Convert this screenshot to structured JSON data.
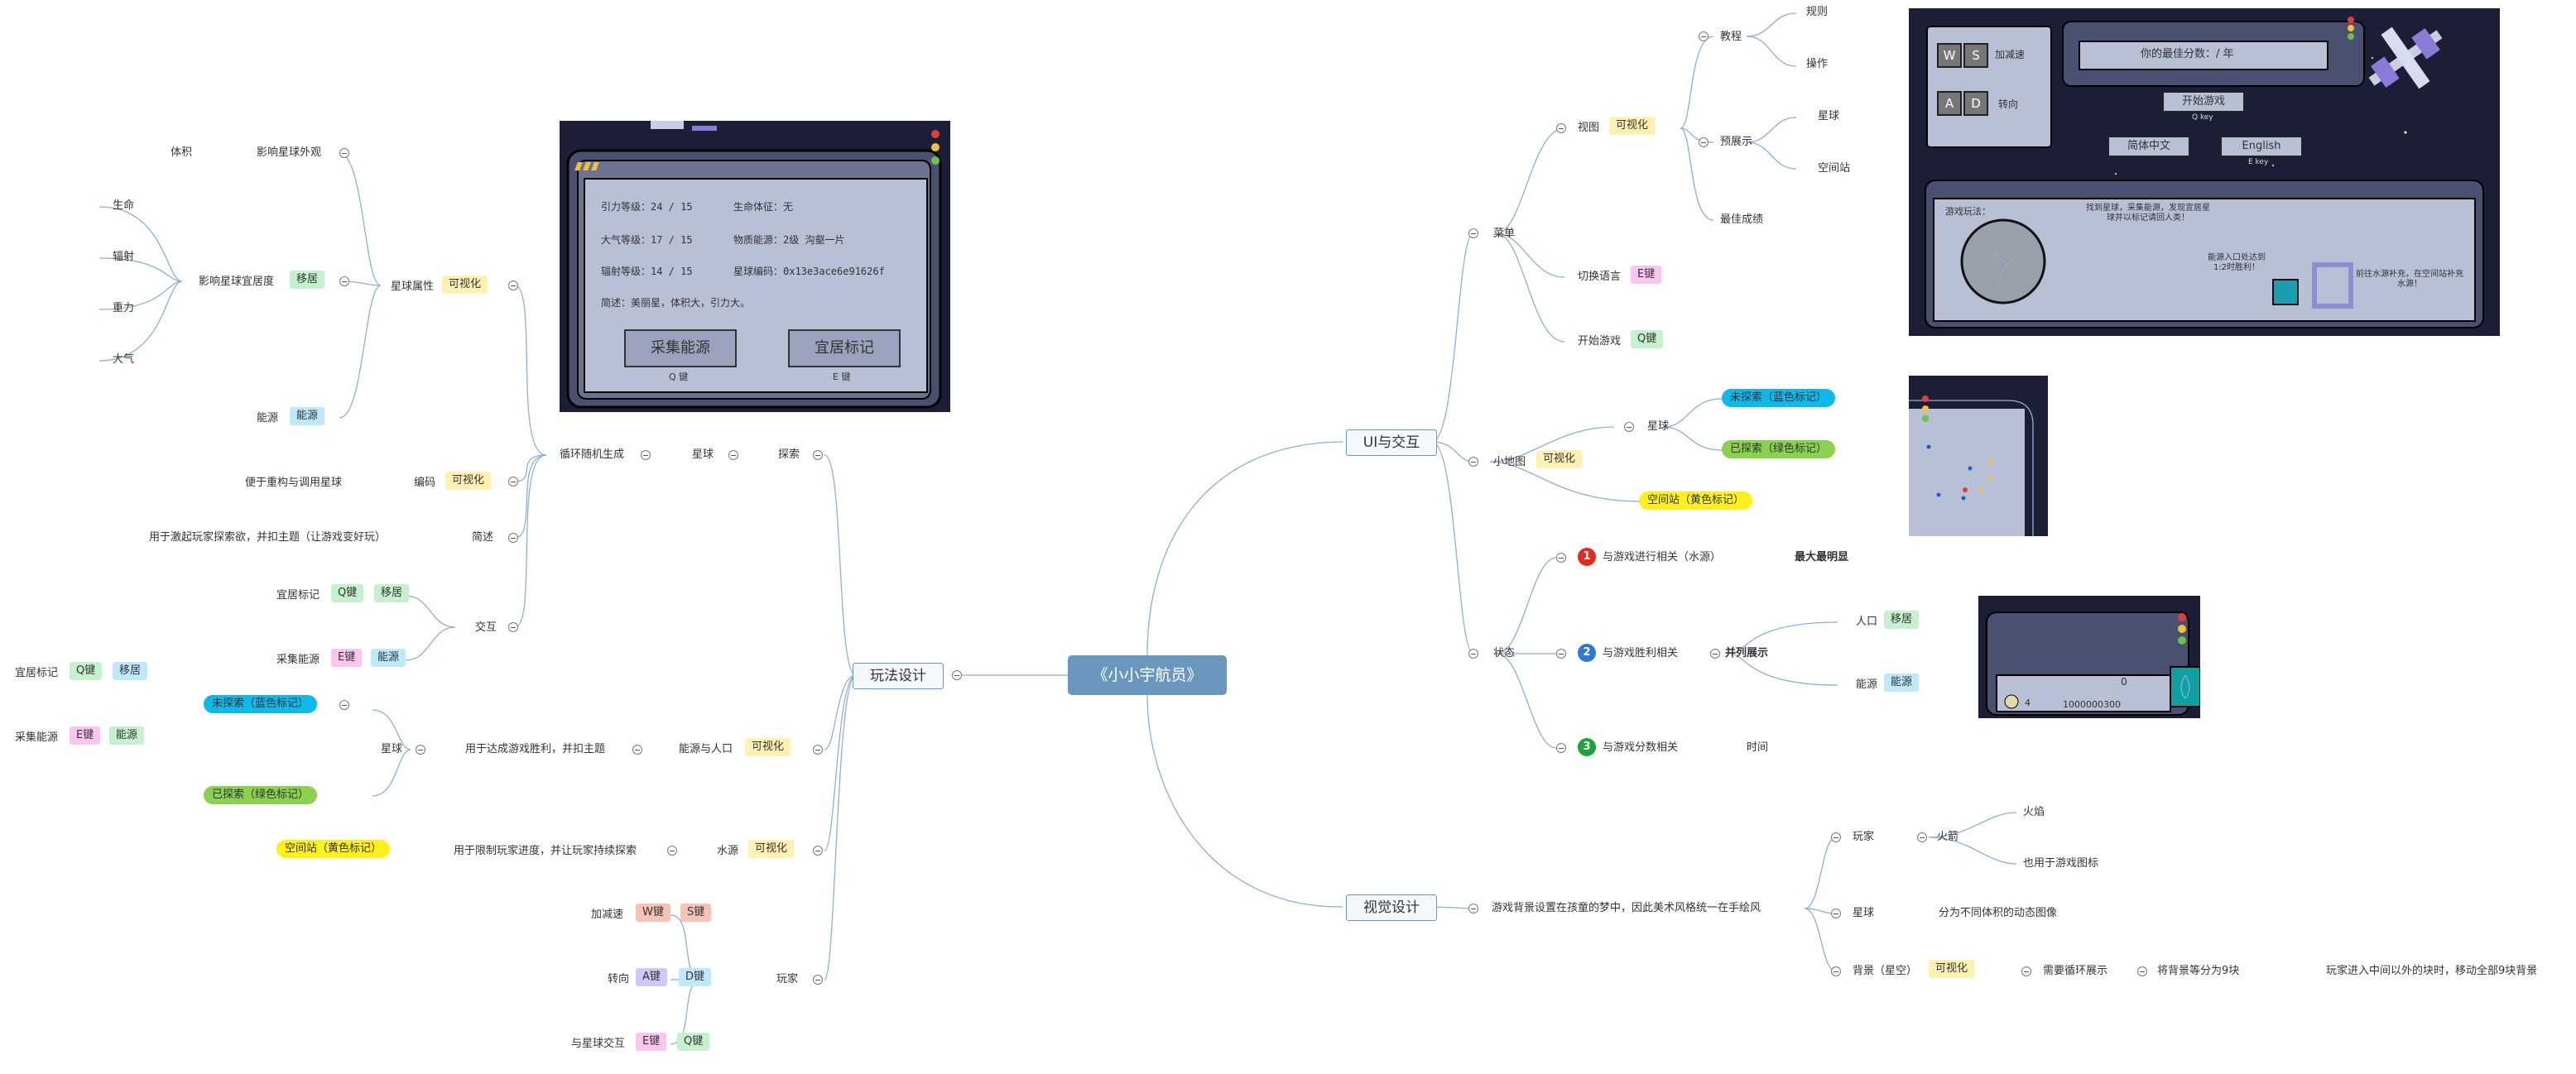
{
  "root": "《小小宇航员》",
  "branches": {
    "ui": "UI与交互",
    "visual": "视觉设计",
    "gameplay": "玩法设计"
  },
  "ui_menu": {
    "label": "菜单",
    "view": "视图",
    "view_tag": "可视化",
    "tutorial": "教程",
    "rules": "规则",
    "ops": "操作",
    "preview": "预展示",
    "planet": "星球",
    "station": "空间站",
    "best": "最佳成绩",
    "lang": "切换语言",
    "lang_key": "E键",
    "start": "开始游戏",
    "start_key": "Q键"
  },
  "ui_minimap": {
    "label": "小地图",
    "tag": "可视化",
    "planet": "星球",
    "unexplored": "未探索（蓝色标记）",
    "explored": "已探索（绿色标记）",
    "station": "空间站（黄色标记）"
  },
  "ui_status": {
    "label": "状态",
    "s1_num": "1",
    "s1": "与游戏进行相关（水源）",
    "s1_note": "最大最明显",
    "s2_num": "2",
    "s2": "与游戏胜利相关",
    "s2_note": "并列展示",
    "pop": "人口",
    "pop_tag": "移居",
    "energy": "能源",
    "energy_tag": "能源",
    "s3_num": "3",
    "s3": "与游戏分数相关",
    "time": "时间"
  },
  "visual": {
    "desc": "游戏背景设置在孩童的梦中，因此美术风格统一在手绘风",
    "player": "玩家",
    "rocket": "火箭",
    "flame": "火焰",
    "icon_use": "也用于游戏图标",
    "planet": "星球",
    "planet_desc": "分为不同体积的动态图像",
    "bg": "背景（星空）",
    "bg_tag": "可视化",
    "loop": "需要循环展示",
    "nine": "将背景等分为9块",
    "move": "玩家进入中间以外的块时，移动全部9块背景"
  },
  "gameplay": {
    "explore": "探索",
    "planet": "星球",
    "loopgen": "循环随机生成",
    "attr": "星球属性",
    "attr_tag": "可视化",
    "look": "影响星球外观",
    "volume": "体积",
    "habit": "影响星球宜居度",
    "habit_tag": "移居",
    "life": "生命",
    "radiation": "辐射",
    "gravity": "重力",
    "atmos": "大气",
    "energy": "能源",
    "energy_tag": "能源",
    "code": "编码",
    "code_tag": "可视化",
    "code_desc": "便于重构与调用星球",
    "brief": "简述",
    "brief_desc": "用于激起玩家探索欲，并扣主题（让游戏变好玩）",
    "interact": "交互",
    "mark": "宜居标记",
    "mark_key": "Q键",
    "mark_tag": "移居",
    "collect": "采集能源",
    "collect_key": "E键",
    "collect_tag": "能源",
    "energy_pop": "能源与人口",
    "energy_pop_tag": "可视化",
    "energy_pop_desc": "用于达成游戏胜利，并扣主题",
    "ep_planet": "星球",
    "ep_unexplored": "未探索（蓝色标记）",
    "ep_mark": "宜居标记",
    "ep_mark_key": "Q键",
    "ep_mark_tag": "移居",
    "ep_collect": "采集能源",
    "ep_collect_key": "E键",
    "ep_collect_tag": "能源",
    "ep_explored": "已探索（绿色标记）",
    "water": "水源",
    "water_tag": "可视化",
    "water_desc": "用于限制玩家进度，并让玩家持续探索",
    "water_station": "空间站（黄色标记）",
    "player": "玩家",
    "speed": "加减速",
    "w": "W键",
    "s": "S键",
    "turn": "转向",
    "a": "A键",
    "d": "D键",
    "planet_inter": "与星球交互",
    "e": "E键",
    "q": "Q键"
  },
  "shot_planet": {
    "gravity": "引力等级：24 / 15",
    "life": "生命体征：无",
    "atmos": "大气等级：17 / 15",
    "energy": "物质能源：2级  沟壑一片",
    "radiation": "辐射等级：14 / 15",
    "code": "星球编码：0x13e3ace6e91626f",
    "brief": "简述：美丽星，体积大，引力大。",
    "btn_collect": "采集能源",
    "btn_collect_key": "Q 键",
    "btn_mark": "宜居标记",
    "btn_mark_key": "E 键"
  },
  "shot_menu": {
    "w": "W",
    "s": "S",
    "a": "A",
    "d": "D",
    "accel": "加减速",
    "turn": "转向",
    "best": "你的最佳分数：/ 年",
    "start": "开始游戏",
    "start_key": "Q key",
    "zh": "简体中文",
    "en": "English",
    "en_key": "E key",
    "tutorial": "游戏玩法：",
    "t1": "找到星球，采集能源，发现宜居星球并以标记请回人类！",
    "t2": "能源入口处达到1:2时胜利！",
    "t3": "前往水源补充，在空间站补充水源！"
  },
  "shot_status": {
    "zero": "0",
    "pop": "4",
    "score": "1000000300"
  },
  "colors": {
    "line": "#8bb1cf",
    "root": "#6a97be",
    "panel": "#b8c0d6",
    "space": "#1b1e35"
  }
}
